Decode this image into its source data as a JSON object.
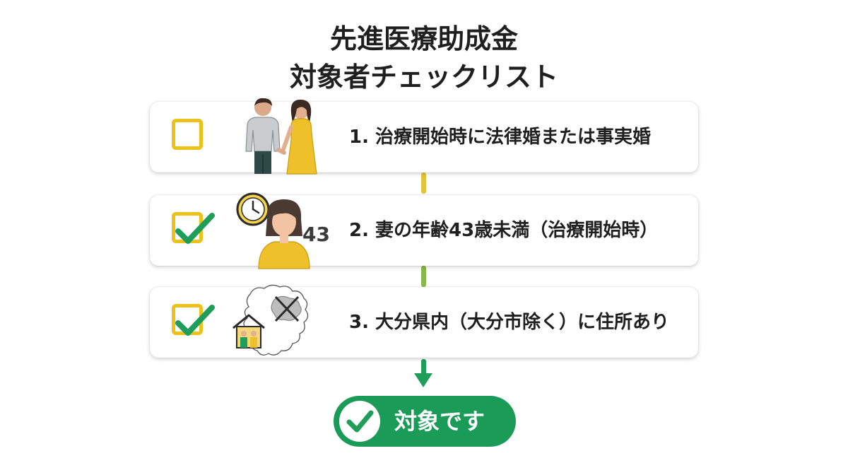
{
  "title": {
    "line1": "先進医療助成金",
    "line2": "対象者チェックリスト"
  },
  "colors": {
    "checkbox": "#ecc11b",
    "check": "#1e9e5a",
    "connector_yellow": "#e2c53a",
    "connector_green": "#86b84a",
    "arrow": "#1e9e5a",
    "result_bg": "#1a9b57"
  },
  "items": [
    {
      "number": "1.",
      "text": "1. 治療開始時に法律婚または事実婚",
      "checked": false,
      "icon": "couple-icon"
    },
    {
      "number": "2.",
      "text": "2. 妻の年齢43歳未満（治療開始時）",
      "checked": true,
      "icon": "woman-clock-icon",
      "age_label": "43"
    },
    {
      "number": "3.",
      "text": "3. 大分県内（大分市除く）に住所あり",
      "checked": true,
      "icon": "oita-map-house-icon"
    }
  ],
  "result": {
    "label": "対象です",
    "icon": "check-circle-icon"
  }
}
